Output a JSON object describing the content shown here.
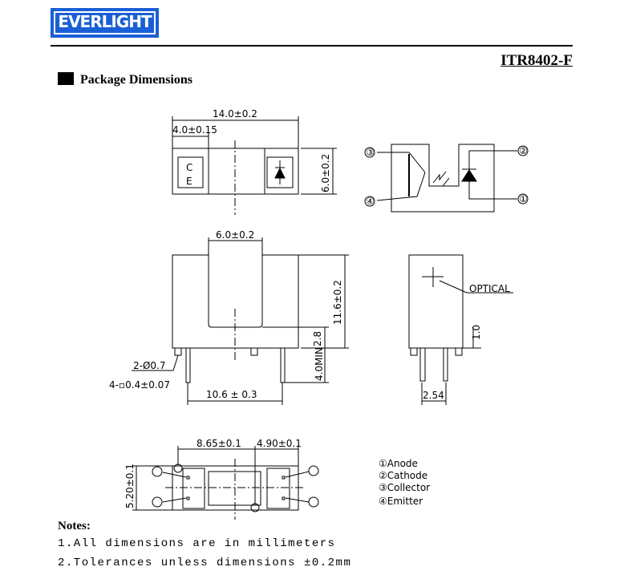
{
  "brand": {
    "logo_text": "EVERLIGHT",
    "color": "#1a5fd6"
  },
  "header": {
    "model": "ITR8402-F"
  },
  "section_title": "Package Dimensions",
  "top_view": {
    "width": "14.0±0.2",
    "offset": "4.0±0.15",
    "height": "6.0±0.2",
    "marking_c": "C",
    "marking_e": "E"
  },
  "schematic": {
    "pins": [
      "①",
      "②",
      "③",
      "④"
    ]
  },
  "front_view": {
    "gap": "6.0±0.2",
    "height": "11.6±0.2",
    "slot_bottom": "2.8",
    "lead_len": "4.0MIN",
    "pin_dia": "2-Ø0.7",
    "lead_size": "4-▫0.4±0.07",
    "pitch": "10.6 ± 0.3"
  },
  "side_view": {
    "optical": "OPTICAL",
    "height": "1.0",
    "pitch": "2.54"
  },
  "bottom_view": {
    "dim_a": "8.65±0.1",
    "dim_b": "4.90±0.1",
    "dim_h": "5.20±0.1"
  },
  "legend": [
    "①Anode",
    "②Cathode",
    "③Collector",
    "④Emitter"
  ],
  "notes": {
    "title": "Notes:",
    "items": [
      "1.All dimensions are in millimeters",
      "2.Tolerances unless dimensions ±0.2mm"
    ]
  }
}
